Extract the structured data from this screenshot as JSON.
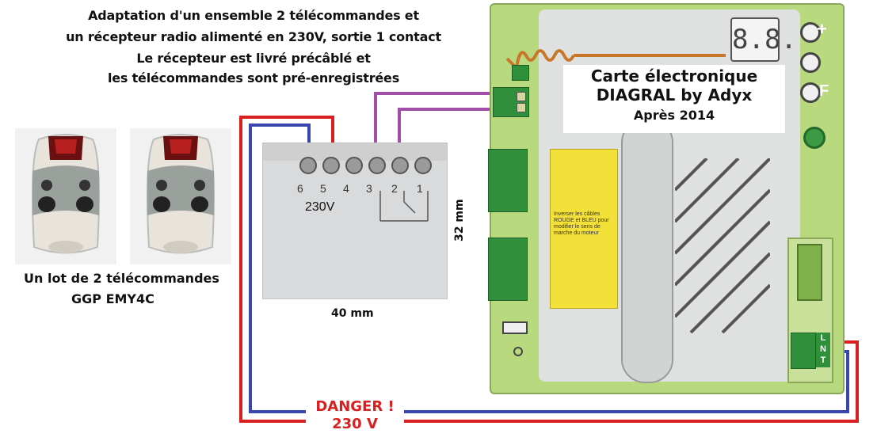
{
  "title": {
    "lines": [
      "Adaptation d'un ensemble 2 télécommandes et",
      "un récepteur radio alimenté en 230V, sortie 1 contact",
      "Le récepteur est livré précâblé et",
      "les télécommandes sont pré-enregistrées"
    ]
  },
  "remotes": {
    "caption_line1": "Un lot de 2 télécommandes",
    "caption_line2": "GGP EMY4C"
  },
  "receiver": {
    "terminals": [
      "6",
      "5",
      "4",
      "3",
      "2",
      "1"
    ],
    "voltage_label": "230V",
    "width_label": "40 mm",
    "height_label": "32 mm"
  },
  "board": {
    "caption_line1": "Carte électronique",
    "caption_line2": "DIAGRAL by Adyx",
    "caption_line3": "Après 2014",
    "display_text": "8.8.",
    "button_labels": [
      "+",
      "",
      "F"
    ],
    "mains_labels": [
      "L",
      "N",
      "T"
    ],
    "sticker_text": "Inverser les câbles ROUGE et BLEU pour modifier le sens de marche du moteur"
  },
  "warning": {
    "line1": "DANGER !",
    "line2": "230 V"
  },
  "colors": {
    "live_wire": "#d82020",
    "neutral_wire": "#3a46b0",
    "signal_wire": "#a14fa8",
    "board_green": "#b9d97f",
    "terminal_green": "#2f8f3a"
  }
}
